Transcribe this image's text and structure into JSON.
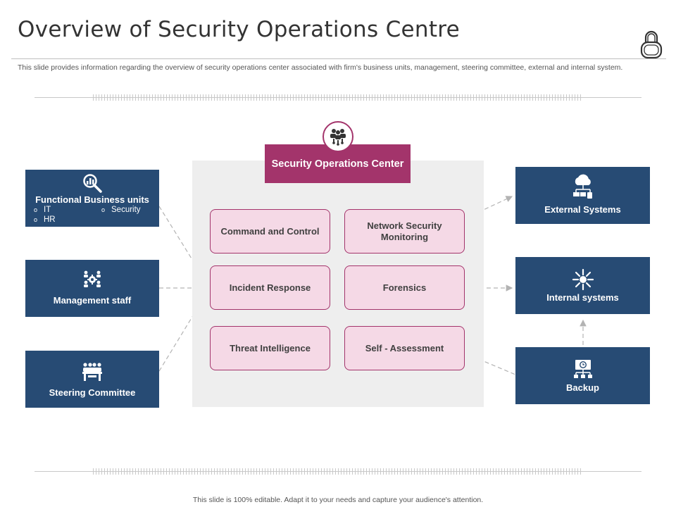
{
  "title": "Overview of Security Operations Centre",
  "subtitle": "This slide provides information regarding the overview of security operations center associated with firm's business units, management, steering committee,  external and internal system.",
  "center": {
    "heading": "Security Operations Center",
    "functions": [
      "Command and Control",
      "Network Security Monitoring",
      "Incident Response",
      "Forensics",
      "Threat Intelligence",
      "Self - Assessment"
    ]
  },
  "left_boxes": {
    "business_units": {
      "label": "Functional Business  units",
      "items": [
        "IT",
        "Security",
        "HR"
      ]
    },
    "management": {
      "label": "Management staff"
    },
    "steering": {
      "label": "Steering Committee"
    }
  },
  "right_boxes": {
    "external": {
      "label": "External Systems"
    },
    "internal": {
      "label": "Internal systems"
    },
    "backup": {
      "label": "Backup"
    }
  },
  "bullet_marker": "o",
  "footer": "This slide is 100% editable.  Adapt it to your needs and capture your audience's attention.",
  "colors": {
    "navy": "#274b74",
    "magenta": "#a3346b",
    "pink_fill": "#f5d9e6",
    "panel": "#eeeeee",
    "connector": "#b3b3b3"
  },
  "icons": {
    "header": "padlock-icon",
    "center": "people-network-icon",
    "business_units": "analytics-magnifier-icon",
    "management": "team-gear-icon",
    "steering": "committee-table-icon",
    "external": "cloud-network-icon",
    "internal": "hub-arrows-icon",
    "backup": "backup-clock-icon"
  }
}
